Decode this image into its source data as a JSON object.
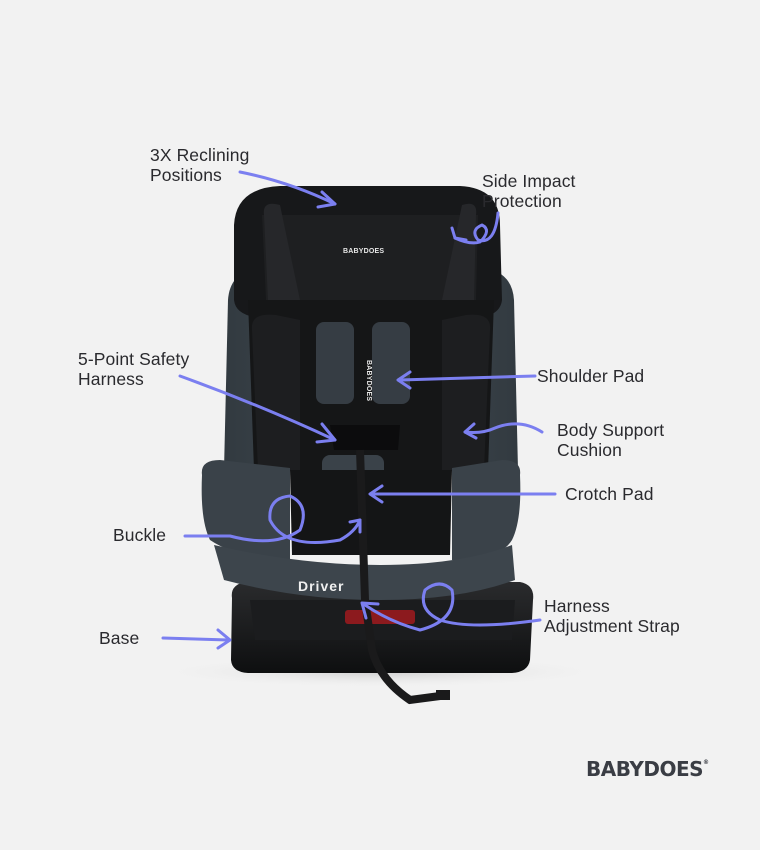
{
  "product": {
    "name": "Baby car seat",
    "seat_logo": "BABYDOES",
    "shoulder_pad_logo": "BABYDOES",
    "base_badge": "Driver"
  },
  "colors": {
    "background": "#f2f2f2",
    "arrow": "#7b7ff0",
    "label_text": "#2a2a2e",
    "seat_black": "#151617",
    "seat_gray": "#3a4249",
    "brand_text": "#3a3d44"
  },
  "labels": {
    "reclining": {
      "line1": "3X Reclining",
      "line2": "Positions"
    },
    "side_impact": {
      "line1": "Side Impact",
      "line2": "Protection"
    },
    "harness": {
      "line1": "5-Point Safety",
      "line2": "Harness"
    },
    "shoulder_pad": "Shoulder Pad",
    "body_support": {
      "line1": "Body Support",
      "line2": "Cushion"
    },
    "crotch_pad": "Crotch Pad",
    "buckle": "Buckle",
    "base": "Base",
    "adjustment_strap": {
      "line1": "Harness",
      "line2": "Adjustment Strap"
    }
  },
  "brand": {
    "name": "BABYDOES",
    "mark": "®"
  }
}
